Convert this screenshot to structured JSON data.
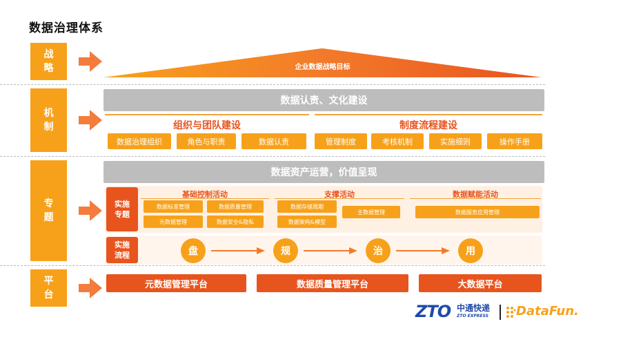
{
  "title": "数据治理体系",
  "layers": {
    "strategy": "战略",
    "mechanism": "机制",
    "topic": "专题",
    "platform": "平台"
  },
  "strategy_goal": "企业数据战略目标",
  "mechanism": {
    "banner": "数据认责、文化建设",
    "org_title": "组织与团队建设",
    "org_items": [
      "数据治理组织",
      "角色与职责",
      "数据认责"
    ],
    "process_title": "制度流程建设",
    "process_items": [
      "管理制度",
      "考核机制",
      "实施细则",
      "操作手册"
    ]
  },
  "topic": {
    "banner": "数据资产运营，价值呈现",
    "impl_topic_label": "实施专题",
    "basic": {
      "title": "基础控制活动",
      "items": [
        "数据标准管理",
        "数据质量管理",
        "元数据管理",
        "数据安全&隐私"
      ]
    },
    "support": {
      "title": "支撑活动",
      "items": [
        "数据存储周期",
        "数据架构&模型",
        "主数据管理"
      ]
    },
    "empower": {
      "title": "数据赋能活动",
      "items": [
        "数据服务应用管理"
      ]
    },
    "impl_flow_label": "实施流程",
    "flow": [
      "盘",
      "规",
      "治",
      "用"
    ]
  },
  "platforms": [
    "元数据管理平台",
    "数据质量管理平台",
    "大数据平台"
  ],
  "logos": {
    "zto_mark": "ZTO",
    "zto_cn": "中通快递",
    "zto_en": "ZTO EXPRESS",
    "datafun": "DataFun."
  },
  "colors": {
    "orange": "#f7a11a",
    "deep_orange": "#e8541e",
    "gray": "#bdbdbd",
    "zto_blue": "#1f4aa8"
  }
}
